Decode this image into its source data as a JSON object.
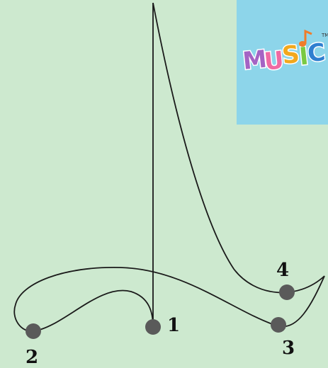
{
  "diagram": {
    "points": [
      {
        "id": "1",
        "label": "1"
      },
      {
        "id": "2",
        "label": "2"
      },
      {
        "id": "3",
        "label": "3"
      },
      {
        "id": "4",
        "label": "4"
      }
    ]
  },
  "logo": {
    "text": "MUSIC",
    "trademark": "TM",
    "letter_colors": [
      "#a463c4",
      "#ef6aa3",
      "#f2a81d",
      "#7ac943",
      "#2f7fd0"
    ],
    "note_color": "#f07c2a"
  },
  "colors": {
    "background": "#cde9cf",
    "logo_background": "#8dd5ea",
    "stroke": "#1a1a1a",
    "dot": "#5a5a5a"
  }
}
